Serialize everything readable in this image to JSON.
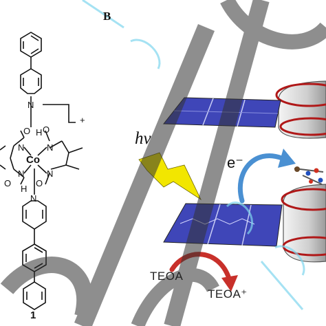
{
  "panel_label": "B",
  "compound_label": "1",
  "charge": "+",
  "atoms": {
    "n_top": "N",
    "n_bottom": "N",
    "o_left_top": "O",
    "h_top": "H",
    "o_right_top": "O",
    "n_left_upper": "N",
    "n_right_upper": "N",
    "cobalt": "Co",
    "n_left_lower": "N",
    "n_right_lower": "N",
    "o_left_bottom": "O",
    "h_bottom": "H",
    "o_right_bottom": "O"
  },
  "light_label": "hv",
  "electron_label": "e⁻",
  "donor_label": "TEOA",
  "donor_oxidized_label": "TEOA⁺",
  "colors": {
    "panel_blue": "#3f46b8",
    "arrow_blue": "#4a90d2",
    "arrow_red": "#c8302a",
    "bolt_yellow": "#f2e600",
    "cage_red": "#b01818",
    "watermark_grey": "#333333",
    "watermark_cyan": "#7fd6ee"
  }
}
